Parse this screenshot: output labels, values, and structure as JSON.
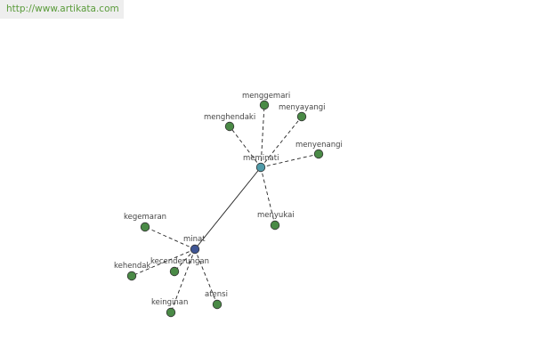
{
  "watermark_url": "http://www.artikata.com",
  "colors": {
    "leaf_node": "#4a8a46",
    "hub_node": "#4f9aa8",
    "root_node": "#3f5594",
    "node_stroke": "#333333",
    "edge": "#222222",
    "label": "#444444",
    "watermark_text": "#5a9b3a",
    "watermark_bg": "#eeeeee"
  },
  "nodes": [
    {
      "id": "minat",
      "label": "minat",
      "kind": "root"
    },
    {
      "id": "meminati",
      "label": "meminati",
      "kind": "hub"
    },
    {
      "id": "menggemari",
      "label": "menggemari",
      "kind": "leaf"
    },
    {
      "id": "menyayangi",
      "label": "menyayangi",
      "kind": "leaf"
    },
    {
      "id": "menghendaki",
      "label": "menghendaki",
      "kind": "leaf"
    },
    {
      "id": "menyenangi",
      "label": "menyenangi",
      "kind": "leaf"
    },
    {
      "id": "menyukai",
      "label": "menyukai",
      "kind": "leaf"
    },
    {
      "id": "kegemaran",
      "label": "kegemaran",
      "kind": "leaf"
    },
    {
      "id": "kehendak",
      "label": "kehendak",
      "kind": "leaf"
    },
    {
      "id": "kecenderungan",
      "label": "kecenderungan",
      "kind": "leaf"
    },
    {
      "id": "keinginan",
      "label": "keinginan",
      "kind": "leaf"
    },
    {
      "id": "atensi",
      "label": "atensi",
      "kind": "leaf"
    }
  ],
  "edges": [
    {
      "from": "minat",
      "to": "meminati",
      "style": "solid"
    },
    {
      "from": "meminati",
      "to": "menggemari",
      "style": "dashed"
    },
    {
      "from": "meminati",
      "to": "menyayangi",
      "style": "dashed"
    },
    {
      "from": "meminati",
      "to": "menghendaki",
      "style": "dashed"
    },
    {
      "from": "meminati",
      "to": "menyenangi",
      "style": "dashed"
    },
    {
      "from": "meminati",
      "to": "menyukai",
      "style": "dashed"
    },
    {
      "from": "minat",
      "to": "kegemaran",
      "style": "dashed"
    },
    {
      "from": "minat",
      "to": "kehendak",
      "style": "dashed"
    },
    {
      "from": "minat",
      "to": "kecenderungan",
      "style": "dashed"
    },
    {
      "from": "minat",
      "to": "keinginan",
      "style": "dashed"
    },
    {
      "from": "minat",
      "to": "atensi",
      "style": "dashed"
    }
  ]
}
